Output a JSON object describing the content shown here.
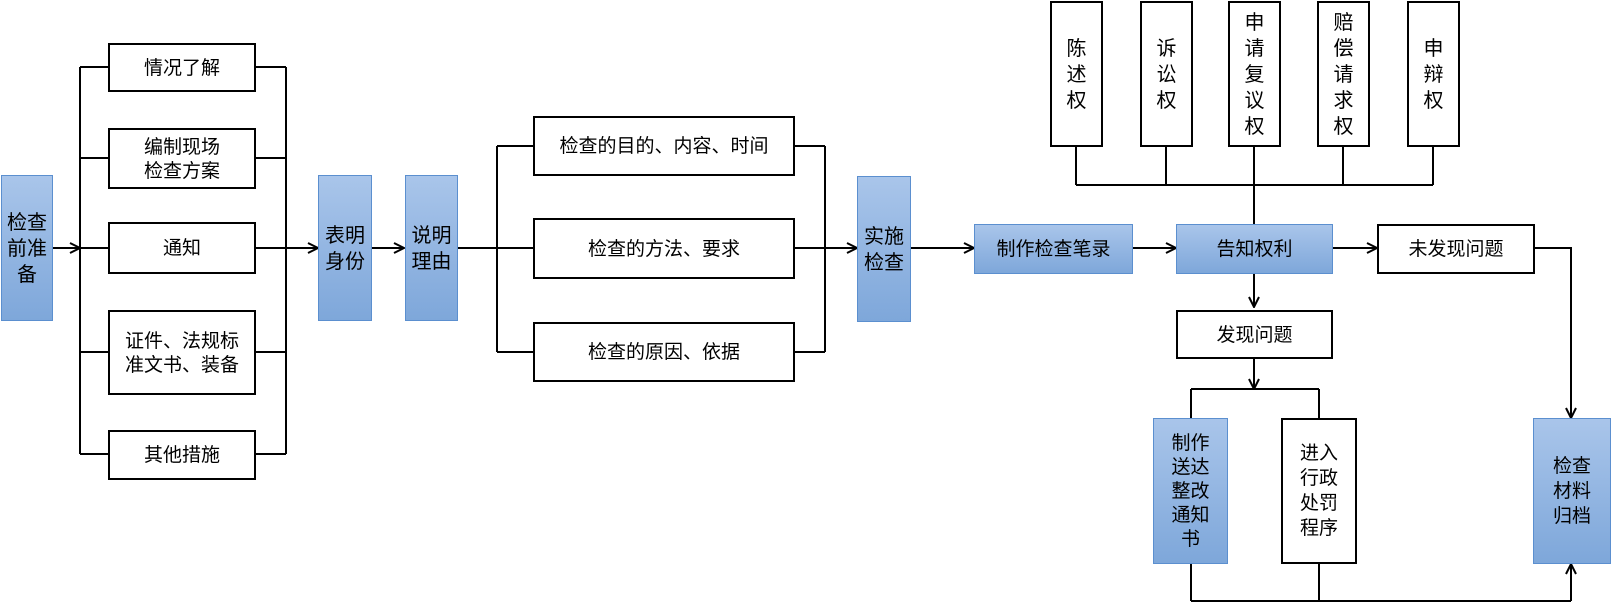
{
  "diagram": {
    "prep": "检查前准备",
    "prep_items": [
      "情况了解",
      "编制现场检查方案",
      "通知",
      "证件、法规标准文书、装备",
      "其他措施"
    ],
    "identity": "表明身份",
    "reason": "说明理由",
    "reason_items": [
      "检查的目的、内容、时间",
      "检查的方法、要求",
      "检查的原因、依据"
    ],
    "implement": "实施检查",
    "record": "制作检查笔录",
    "inform": "告知权利",
    "rights": [
      "陈述权",
      "诉讼权",
      "申请复议权",
      "赔偿请求权",
      "申辩权"
    ],
    "no_problem": "未发现问题",
    "problem": "发现问题",
    "rectify": "制作送达整改通知书",
    "punish": "进入行政处罚程序",
    "archive": "检查材料归档"
  }
}
